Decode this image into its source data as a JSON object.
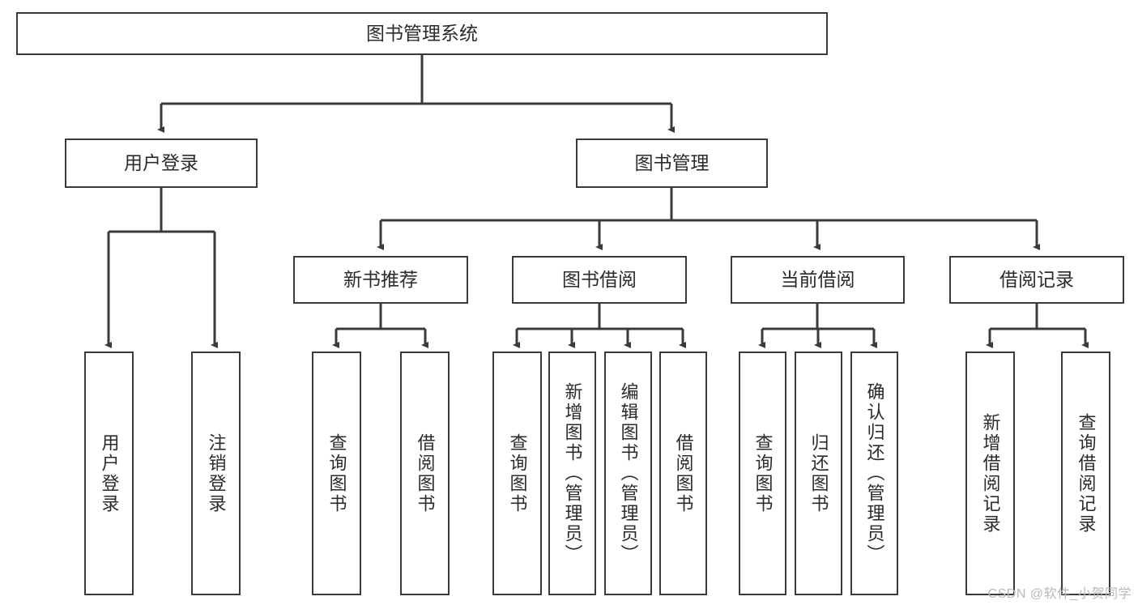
{
  "diagram": {
    "type": "tree-hierarchy",
    "title": "图书管理系统",
    "watermark": "CSDN @软件_小贺同学",
    "colors": {
      "box_stroke": "#3a3a3a",
      "box_fill": "#ffffff",
      "connector": "#3a3a3a",
      "text": "#2b2b2b",
      "watermark": "#b9b9b9"
    },
    "nodes": {
      "root": "图书管理系统",
      "level2": [
        "用户登录",
        "图书管理"
      ],
      "level3": [
        "新书推荐",
        "图书借阅",
        "当前借阅",
        "借阅记录"
      ],
      "leaves": {
        "user_login": [
          "用户登录",
          "注销登录"
        ],
        "new_book_recommend": [
          "查询图书",
          "借阅图书"
        ],
        "book_borrow": [
          "查询图书",
          "新增图书（管理员）",
          "编辑图书（管理员）",
          "借阅图书"
        ],
        "current_borrow": [
          "查询图书",
          "归还图书",
          "确认归还（管理员）"
        ],
        "borrow_record": [
          "新增借阅记录",
          "查询借阅记录"
        ]
      }
    },
    "edges": [
      {
        "from": "图书管理系统",
        "to": "用户登录"
      },
      {
        "from": "图书管理系统",
        "to": "图书管理"
      },
      {
        "from": "用户登录",
        "to": "用户登录"
      },
      {
        "from": "用户登录",
        "to": "注销登录"
      },
      {
        "from": "图书管理",
        "to": "新书推荐"
      },
      {
        "from": "图书管理",
        "to": "图书借阅"
      },
      {
        "from": "图书管理",
        "to": "当前借阅"
      },
      {
        "from": "图书管理",
        "to": "借阅记录"
      },
      {
        "from": "新书推荐",
        "to": "查询图书"
      },
      {
        "from": "新书推荐",
        "to": "借阅图书"
      },
      {
        "from": "图书借阅",
        "to": "查询图书"
      },
      {
        "from": "图书借阅",
        "to": "新增图书（管理员）"
      },
      {
        "from": "图书借阅",
        "to": "编辑图书（管理员）"
      },
      {
        "from": "图书借阅",
        "to": "借阅图书"
      },
      {
        "from": "当前借阅",
        "to": "查询图书"
      },
      {
        "from": "当前借阅",
        "to": "归还图书"
      },
      {
        "from": "当前借阅",
        "to": "确认归还（管理员）"
      },
      {
        "from": "借阅记录",
        "to": "新增借阅记录"
      },
      {
        "from": "借阅记录",
        "to": "查询借阅记录"
      }
    ]
  }
}
